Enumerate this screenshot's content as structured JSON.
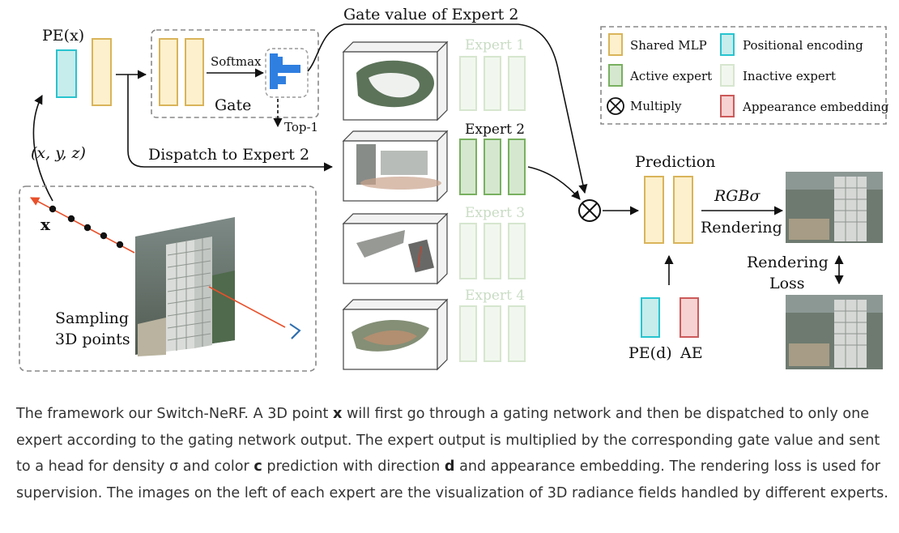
{
  "labels": {
    "pe_x": "PE(x)",
    "coords": "(x, y, z)",
    "x_point": "x",
    "sampling_line1": "Sampling",
    "sampling_line2": "3D points",
    "softmax": "Softmax",
    "gate": "Gate",
    "top1": "Top-1",
    "gate_value": "Gate value of Expert 2",
    "dispatch": "Dispatch to Expert 2",
    "prediction": "Prediction",
    "rgb_sigma": "RGBσ",
    "rendering": "Rendering",
    "rendering_loss_line1": "Rendering",
    "rendering_loss_line2": "Loss",
    "pe_d": "PE(d)",
    "ae": "AE"
  },
  "experts": [
    {
      "label": "Expert 1",
      "active": false
    },
    {
      "label": "Expert 2",
      "active": true
    },
    {
      "label": "Expert 3",
      "active": false
    },
    {
      "label": "Expert 4",
      "active": false
    }
  ],
  "legend": {
    "shared_mlp": "Shared MLP",
    "positional_encoding": "Positional encoding",
    "active_expert": "Active expert",
    "inactive_expert": "Inactive expert",
    "multiply": "Multiply",
    "appearance_embedding": "Appearance embedding"
  },
  "colors": {
    "shared_mlp_fill": "#fdf0cc",
    "shared_mlp_stroke": "#d9b45a",
    "active_fill": "#d5e8cf",
    "active_stroke": "#79b060",
    "inactive_fill": "#f1f7ee",
    "inactive_stroke": "#d6e6cf",
    "pe_fill": "#c7ecec",
    "pe_stroke": "#27c4cf",
    "ae_fill": "#f7d2d2",
    "ae_stroke": "#cc5a5a",
    "gate_blue": "#2f7fe0",
    "ray_red": "#e8502a"
  },
  "caption": {
    "p1": "The framework our Switch-NeRF. A 3D point ",
    "b1": "x",
    "p2": " will first go through a gating network and then be dispatched to only one expert according to the gating network output. The expert output is multiplied by the corresponding gate value and sent to a head for density σ and color ",
    "b2": "c",
    "p3": " prediction with direction ",
    "b3": "d",
    "p4": " and appearance embedding. The rendering loss is used for supervision. The images on the left of each expert are the visualization of 3D radiance fields handled by different experts."
  }
}
